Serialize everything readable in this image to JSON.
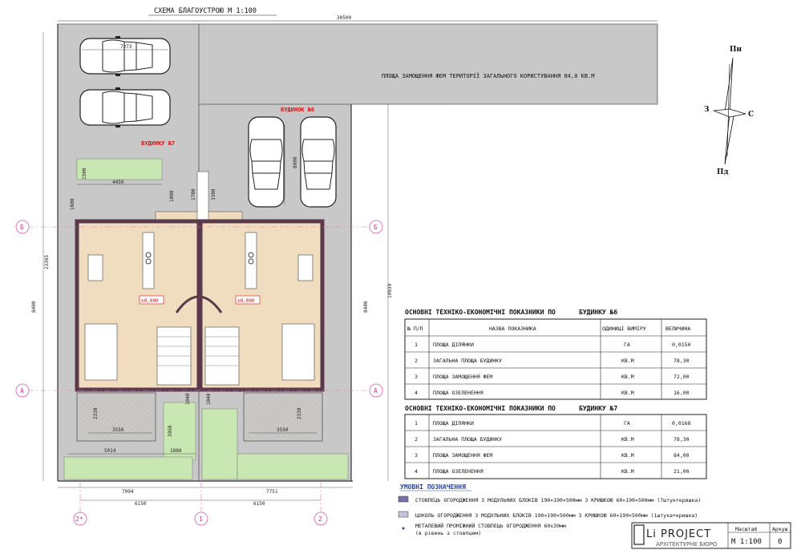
{
  "title": "СХЕМА БЛАГОУСТРОЮ М 1:100",
  "labels": {
    "paved_area": "ПЛОЩА  ЗАМОЩЕННЯ ФЕМ ТЕРИТОРІЇ ЗАГАЛЬНОГО КОРИСТУВАННЯ 84,0 КВ.М",
    "house6": "БУДИНОК №6",
    "house7": "БУДИНКУ №7",
    "level_left": "±0,000",
    "level_right": "±0,000"
  },
  "compass": {
    "north": "Пн",
    "south": "Пд",
    "west": "З",
    "east": "С"
  },
  "axes": {
    "b_left": "Б",
    "b_right": "Б",
    "a_left": "А",
    "a_right": "А",
    "ax1": "1",
    "ax2": "2",
    "ax2s": "2*"
  },
  "dims": {
    "top_total": "30500",
    "car": "7273",
    "d4450": "4450",
    "d1500": "1500",
    "d1600": "1600",
    "d1000": "1000",
    "d1700": "1700",
    "d3300": "3300",
    "d8000": "8000",
    "d23365": "23365",
    "d8400_l": "8400",
    "d8400_r": "8400",
    "d19939": "19939",
    "d1040_l": "1040",
    "d1040_r": "1040",
    "d2330_l": "2330",
    "d2330_r": "2330",
    "d3550_l": "3550",
    "d3550_r": "3550",
    "d3950": "3950",
    "d5014": "5014",
    "d1880": "1880",
    "d7094": "7094",
    "d7751": "7751",
    "d6150_l": "6150",
    "d6150_r": "6150"
  },
  "table6": {
    "title_prefix": "ОСНОВНІ ТЕХНІКО-ЕКОНОМІЧНІ ПОКАЗНИКИ ПО",
    "title_house": "БУДИНКУ №6",
    "headers": [
      "№ П/П",
      "НАЗВА ПОКАЗНИКА",
      "ОДИНИЦІ ВИМІРУ",
      "ВЕЛИЧИНА"
    ],
    "rows": [
      [
        "1",
        "ПЛОЩА ДІЛЯНКИ",
        "ГА",
        "0,0150"
      ],
      [
        "2",
        "ЗАГАЛЬНА ПЛОЩА БУДИНКУ",
        "КВ.М",
        "78,30"
      ],
      [
        "3",
        "ПЛОЩА  ЗАМОЩЕННЯ ФЕМ",
        "КВ.М",
        "72,00"
      ],
      [
        "4",
        "ПЛОЩА ОЗЕЛЕНЕННЯ",
        "КВ.М",
        "16,00"
      ]
    ]
  },
  "table7": {
    "title_prefix": "ОСНОВНІ ТЕХНІКО-ЕКОНОМІЧНІ ПОКАЗНИКИ ПО",
    "title_house": "БУДИНКУ №7",
    "rows": [
      [
        "1",
        "ПЛОЩА ДІЛЯНКИ",
        "ГА",
        "0,0168"
      ],
      [
        "2",
        "ЗАГАЛЬНА ПЛОЩА БУДИНКУ",
        "КВ.М",
        "78,30"
      ],
      [
        "3",
        "ПЛОЩА  ЗАМОЩЕННЯ ФЕМ",
        "КВ.М",
        "84,00"
      ],
      [
        "4",
        "ПЛОЩА ОЗЕЛЕНЕННЯ",
        "КВ.М",
        "21,00"
      ]
    ]
  },
  "legend": {
    "title": "УМОВНІ ПОЗНАЧЕННЯ",
    "item1": "СТОВПЕЦЬ ОГОРОДЖЕННЯ З МОДУЛЬНИХ БЛОКІВ 190×190×500мм З КРИШКОЮ 60×190×500мм (7штук+кришка)",
    "item2": "ЦОКОЛЬ ОГОРОДЖЕННЯ З МОДУЛЬНИХ БЛОКІВ 190×190×500мм З КРИШКОЮ 60×190×500мм (1штука+кришка)",
    "item3a": "МЕТАЛЕВИЙ ПРОМІЖНИЙ СТОВПЕЦЬ ОГОРОДЖЕННЯ 60х30мм",
    "item3b": "(в рівень з стовпцем)"
  },
  "stamp": {
    "logo": "Li PROJECT",
    "sub": "АРХІТЕКТУРНЕ БЮРО",
    "scale_label": "Масштаб",
    "sheet_label": "Аркуш",
    "scale_value": "М 1:100",
    "sheet_value": "0"
  },
  "colors": {
    "paving": "#c8c8c8",
    "lawn": "#c9e7b2",
    "room": "#f0ddc0",
    "wall": "#5a3a4a",
    "axis": "#e07ac0",
    "red": "#d01515"
  }
}
